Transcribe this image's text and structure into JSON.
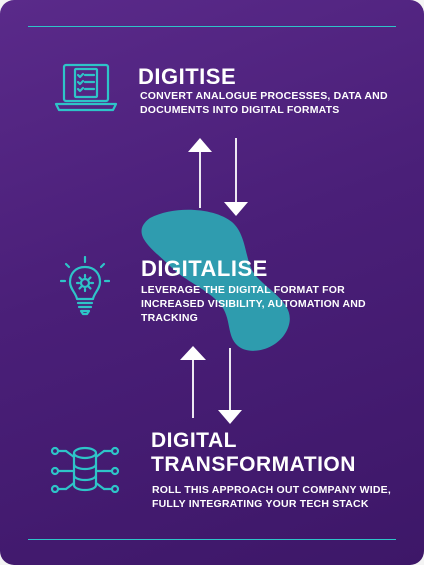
{
  "colors": {
    "background": "#4a1f78",
    "accent": "#2ec4c8",
    "text": "#ffffff"
  },
  "steps": [
    {
      "icon": "laptop-checklist-icon",
      "title": "DIGITISE",
      "description": "CONVERT ANALOGUE PROCESSES, DATA AND DOCUMENTS INTO DIGITAL FORMATS"
    },
    {
      "icon": "lightbulb-gear-icon",
      "title": "DIGITALISE",
      "description": "LEVERAGE THE DIGITAL FORMAT FOR INCREASED VISIBILITY, AUTOMATION AND TRACKING"
    },
    {
      "icon": "database-network-icon",
      "title": "DIGITAL TRANSFORMATION",
      "description": "ROLL THIS APPROACH OUT COMPANY WIDE, FULLY INTEGRATING YOUR TECH STACK"
    }
  ]
}
